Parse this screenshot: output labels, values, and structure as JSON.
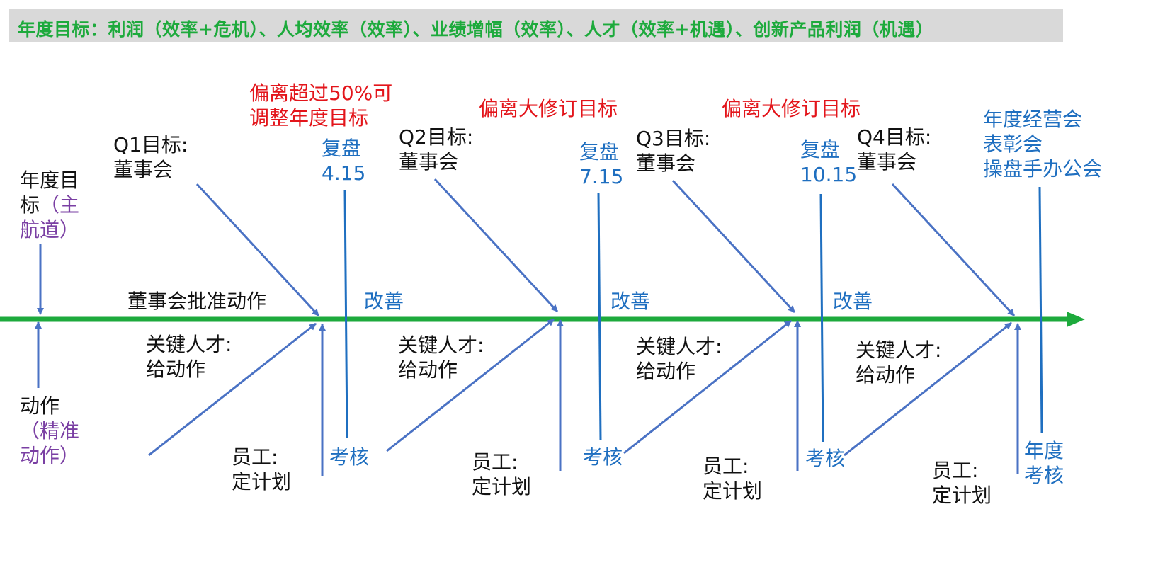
{
  "title": "年度目标：利润（效率+危机）、人均效率（效率）、业绩增幅（效率）、人才（效率+机遇）、创新产品利润（机遇）",
  "colors": {
    "main_axis": "#1daa3c",
    "arrow": "#4a72c4",
    "review_line": "#1f6fc0",
    "label_black": "#111111",
    "label_blue": "#1f6fc0",
    "label_red": "#e3151b",
    "label_purple": "#7a3fa3",
    "banner_bg": "#d9d9d9"
  },
  "left": {
    "annual_goal": "年度目",
    "annual_goal_2": "标",
    "main_route_1": "（主",
    "main_route_2": "航道）",
    "action": "动作",
    "precise_1": "（精准",
    "precise_2": "动作）"
  },
  "board_approval": "董事会批准动作",
  "quarters": [
    {
      "goal_1": "Q1目标:",
      "goal_2": "董事会",
      "deviation_1": "偏离超过50%可",
      "deviation_2": "调整年度目标",
      "review_1": "复盘",
      "review_2": "4.15",
      "improve": "改善",
      "talent_1": "关键人才:",
      "talent_2": "给动作",
      "staff_1": "员工:",
      "staff_2": "定计划",
      "assess": "考核"
    },
    {
      "goal_1": "Q2目标:",
      "goal_2": "董事会",
      "deviation_1": "偏离大修订目标",
      "review_1": "复盘",
      "review_2": "7.15",
      "improve": "改善",
      "talent_1": "关键人才:",
      "talent_2": "给动作",
      "staff_1": "员工:",
      "staff_2": "定计划",
      "assess": "考核"
    },
    {
      "goal_1": "Q3目标:",
      "goal_2": "董事会",
      "deviation_1": "偏离大修订目标",
      "review_1": "复盘",
      "review_2": "10.15",
      "improve": "改善",
      "talent_1": "关键人才:",
      "talent_2": "给动作",
      "staff_1": "员工:",
      "staff_2": "定计划",
      "assess": "考核"
    },
    {
      "goal_1": "Q4目标:",
      "goal_2": "董事会",
      "talent_1": "关键人才:",
      "talent_2": "给动作",
      "staff_1": "员工:",
      "staff_2": "定计划"
    }
  ],
  "year_end": {
    "meeting_1": "年度经营会",
    "meeting_2": "表彰会",
    "meeting_3": "操盘手办公会",
    "assess_1": "年度",
    "assess_2": "考核"
  }
}
